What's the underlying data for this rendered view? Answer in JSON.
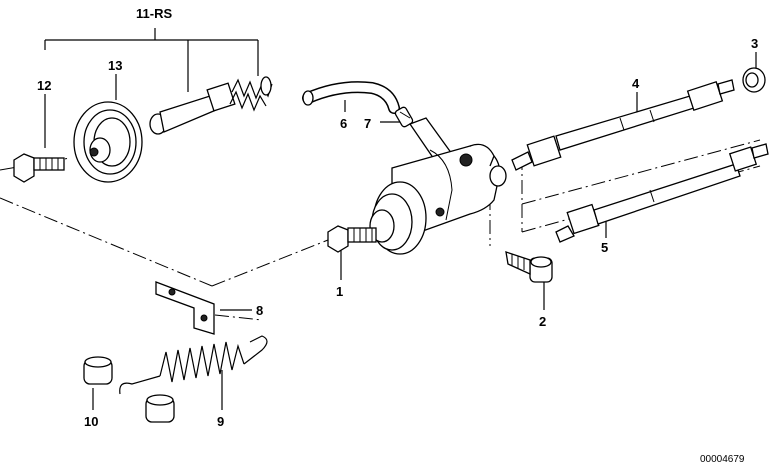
{
  "diagram": {
    "callouts": {
      "c1": "1",
      "c2": "2",
      "c3": "3",
      "c4": "4",
      "c5": "5",
      "c6": "6",
      "c7": "7",
      "c8": "8",
      "c9": "9",
      "c10": "10",
      "c11": "11-RS",
      "c12": "12",
      "c13": "13"
    },
    "part_number": "00004679"
  }
}
